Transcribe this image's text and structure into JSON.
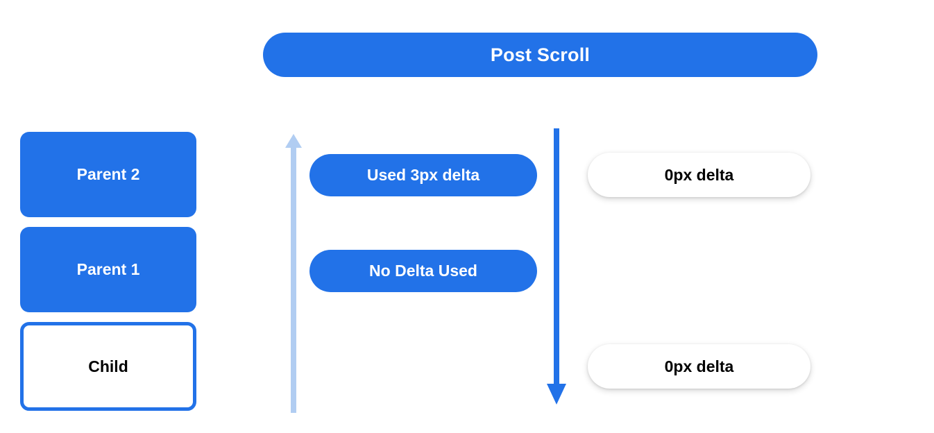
{
  "diagram": {
    "title": "Post Scroll",
    "colors": {
      "primary_blue": "#2272e8",
      "light_blue_arrow": "#b1cdf2",
      "background": "#ffffff",
      "text_dark": "#000000",
      "text_light": "#ffffff"
    },
    "node_stack": {
      "items": [
        {
          "label": "Parent 2",
          "style": "filled"
        },
        {
          "label": "Parent 1",
          "style": "filled"
        },
        {
          "label": "Child",
          "style": "outlined"
        }
      ]
    },
    "arrows": [
      {
        "name": "scroll-up-arrow",
        "direction": "up",
        "color": "#b1cdf2"
      },
      {
        "name": "scroll-down-arrow",
        "direction": "down",
        "color": "#2272e8"
      }
    ],
    "middle_column": {
      "items": [
        {
          "label": "Used 3px delta"
        },
        {
          "label": "No Delta Used"
        }
      ]
    },
    "right_column": {
      "items": [
        {
          "label": "0px delta"
        },
        {
          "label": "0px delta"
        }
      ]
    }
  }
}
